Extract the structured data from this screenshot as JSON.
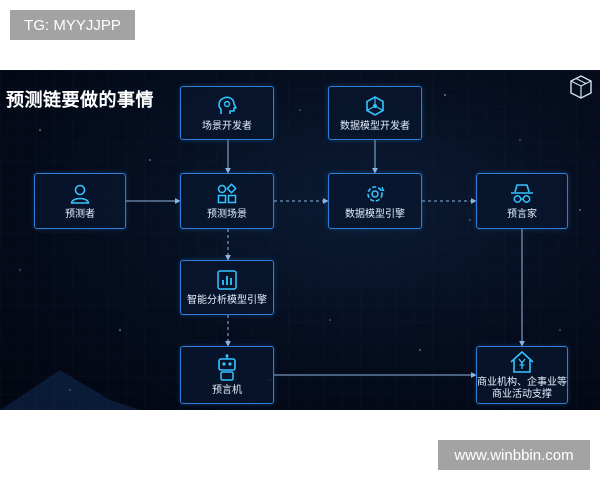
{
  "watermark_top": "TG: MYYJJPP",
  "watermark_bottom": "www.winbbin.com",
  "slide": {
    "title": "预测链要做的事情",
    "nodes": {
      "scene_dev": "场景开发者",
      "model_dev": "数据模型开发者",
      "predictor": "预测者",
      "prediction_scene": "预测场景",
      "model_engine": "数据模型引擎",
      "prophet": "预言家",
      "ai_engine": "智能分析模型引擎",
      "oracle": "预言机",
      "business_line1": "商业机构、企事业等",
      "business_line2": "商业活动支撑"
    }
  },
  "colors": {
    "accent": "#2f7fd6",
    "icon": "#35c3ff",
    "background": "#050c1c"
  }
}
